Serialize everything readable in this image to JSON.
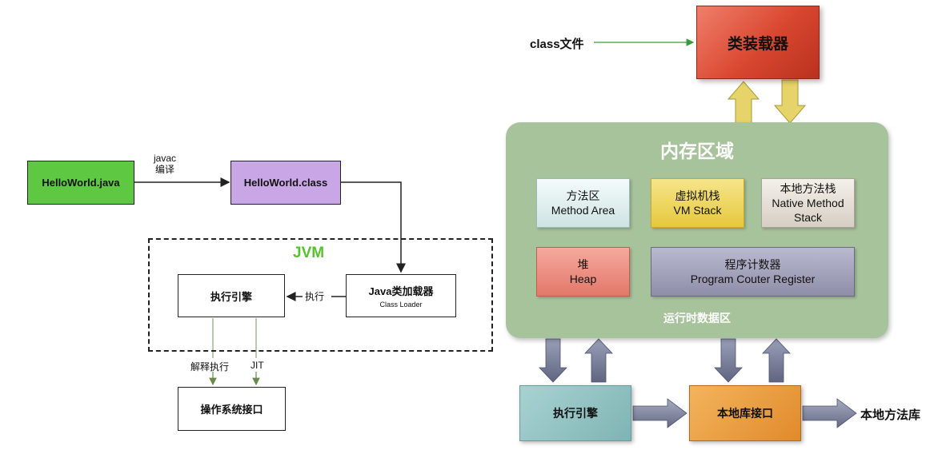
{
  "left": {
    "hello_java": "HelloWorld.java",
    "javac_line1": "javac",
    "javac_line2": "编译",
    "hello_class": "HelloWorld.class",
    "jvm_title": "JVM",
    "exec_engine": "执行引擎",
    "exec_label": "执行",
    "class_loader_cn": "Java类加载器",
    "class_loader_en": "Class Loader",
    "interpret_label": "解释执行",
    "jit_label": "JIT",
    "os_interface": "操作系统接口",
    "colors": {
      "java_file": "#5ec842",
      "class_file": "#c9a7e6",
      "jvm_title": "#56c22e"
    }
  },
  "right": {
    "class_file": "class文件",
    "class_loader": "类装载器",
    "memory_area": "内存区域",
    "method_area_cn": "方法区",
    "method_area_en": "Method Area",
    "vm_stack_cn": "虚拟机栈",
    "vm_stack_en": "VM Stack",
    "native_stack_cn": "本地方法栈",
    "native_stack_en1": "Native Method",
    "native_stack_en2": "Stack",
    "heap_cn": "堆",
    "heap_en": "Heap",
    "pc_cn": "程序计数器",
    "pc_en": "Program Couter Register",
    "runtime_data_area": "运行时数据区",
    "exec_engine": "执行引擎",
    "native_interface": "本地库接口",
    "native_library": "本地方法库",
    "colors": {
      "class_loader": "#d9462f",
      "memory": "#a7c39c",
      "up_arrow": "#e6d46a",
      "block_arrow": "#7a7f99"
    }
  }
}
